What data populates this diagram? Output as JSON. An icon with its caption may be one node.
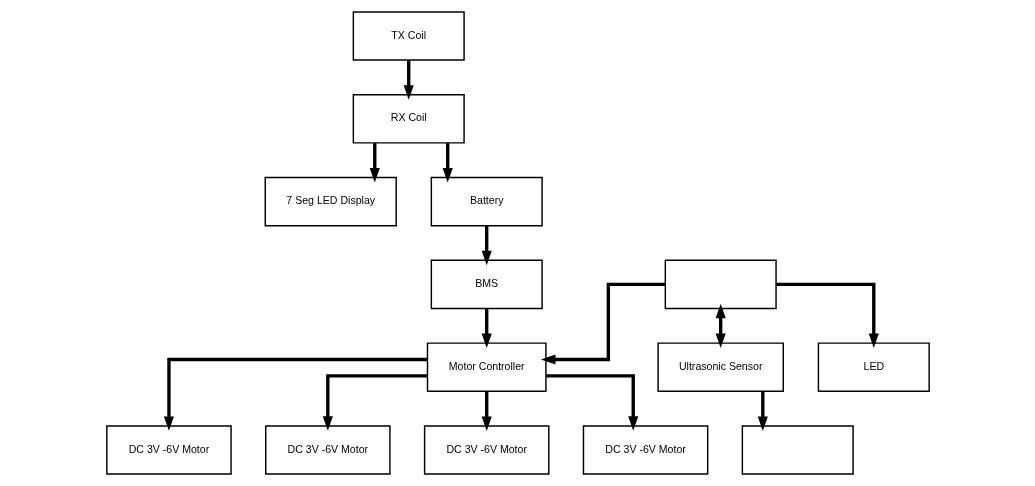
{
  "diagram": {
    "nodes": [
      {
        "text": [
          "TX Coil"
        ]
      },
      {
        "text": [
          "RX Coil"
        ]
      },
      {
        "text": [
          "7 Seg LED Display"
        ]
      },
      {
        "text": [
          "Battery"
        ]
      },
      {
        "text": [
          "BMS"
        ]
      },
      {
        "text": [
          "DC 3V -6V Motor"
        ]
      },
      {
        "text": [
          "DC 3V -6V Motor"
        ]
      },
      {
        "text": [
          "Motor Controller"
        ]
      },
      {
        "text": [
          "DC 3V -6V Motor"
        ]
      },
      {
        "text": [
          "DC 3V -6V Motor"
        ]
      },
      {
        "text": [],
        "shape": "box"
      },
      {
        "text": [
          "Ultrasonic Sensor"
        ]
      },
      {
        "text": [
          "LED"
        ]
      },
      {
        "text": [],
        "shape": "box"
      }
    ],
    "edges": [
      {
        "from": 0,
        "to": 1,
        "arrow": "to"
      },
      {
        "from": 1,
        "to": 2,
        "arrow": "to"
      },
      {
        "from": 1,
        "to": 3,
        "arrow": "to"
      },
      {
        "from": 3,
        "to": 4,
        "arrow": "to"
      },
      {
        "from": 4,
        "to": 7,
        "arrow": "to"
      },
      {
        "from": 7,
        "to": 5,
        "arrow": "to"
      },
      {
        "from": 7,
        "to": 6,
        "arrow": "to"
      },
      {
        "from": 7,
        "to": 8,
        "arrow": "to"
      },
      {
        "from": 7,
        "to": 9,
        "arrow": "to"
      },
      {
        "from": 10,
        "to": 7,
        "arrow": "to"
      },
      {
        "from": 10,
        "to": 11,
        "arrow": "both"
      },
      {
        "from": 10,
        "to": 12,
        "arrow": "to"
      },
      {
        "from": 11,
        "to": 13,
        "arrow": "to"
      }
    ]
  }
}
